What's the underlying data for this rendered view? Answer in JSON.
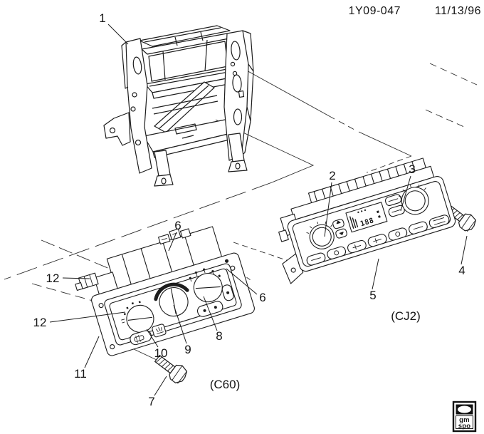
{
  "header": {
    "part_number": "1Y09-047",
    "date": "11/13/96"
  },
  "callouts": {
    "c1": "1",
    "c2": "2",
    "c3": "3",
    "c4": "4",
    "c5": "5",
    "c6a": "6",
    "c6b": "6",
    "c7": "7",
    "c8": "8",
    "c9": "9",
    "c10": "10",
    "c11": "11",
    "c12a": "12",
    "c12b": "12"
  },
  "captions": {
    "cj2": "(CJ2)",
    "c60": "(C60)"
  },
  "display": {
    "digits": "188"
  },
  "logo": {
    "line1": "gm",
    "line2": "spo"
  },
  "colors": {
    "line": "#1c1c1c",
    "background": "#ffffff"
  }
}
